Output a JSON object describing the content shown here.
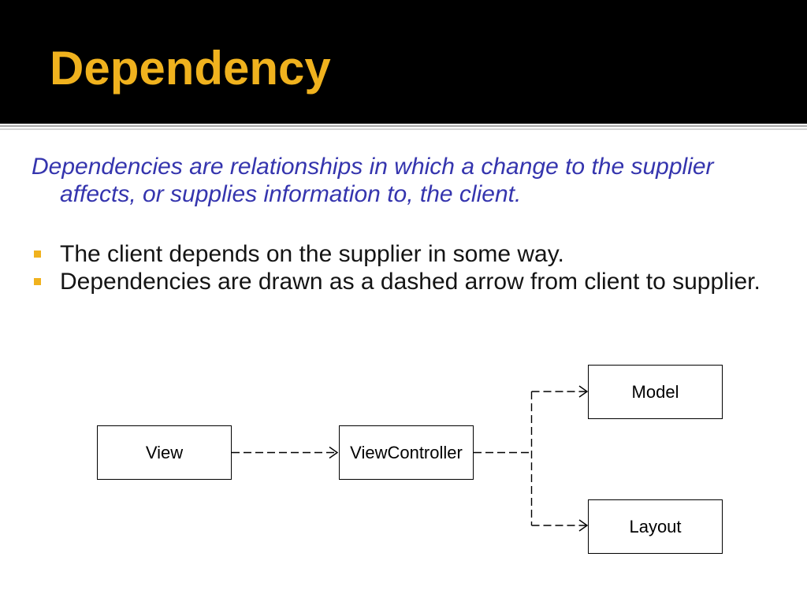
{
  "slide": {
    "title": "Dependency",
    "definition": "Dependencies are relationships in which a change to the supplier affects, or supplies information to, the client.",
    "bullets": [
      "The client depends on the supplier in some way.",
      "Dependencies are drawn as a dashed arrow from client to supplier."
    ]
  },
  "diagram": {
    "nodes": [
      {
        "label": "View"
      },
      {
        "label": "ViewController"
      },
      {
        "label": "Model"
      },
      {
        "label": "Layout"
      }
    ],
    "edges": [
      {
        "from": 0,
        "to": 1
      },
      {
        "from": 1,
        "to": 2
      },
      {
        "from": 1,
        "to": 3
      }
    ]
  },
  "colors": {
    "header_background": "#000000",
    "title": "#F0B21E",
    "definition_text": "#3535AE",
    "body_text": "#141414",
    "bullet": "#F0B21E",
    "diagram_stroke": "#000000"
  }
}
